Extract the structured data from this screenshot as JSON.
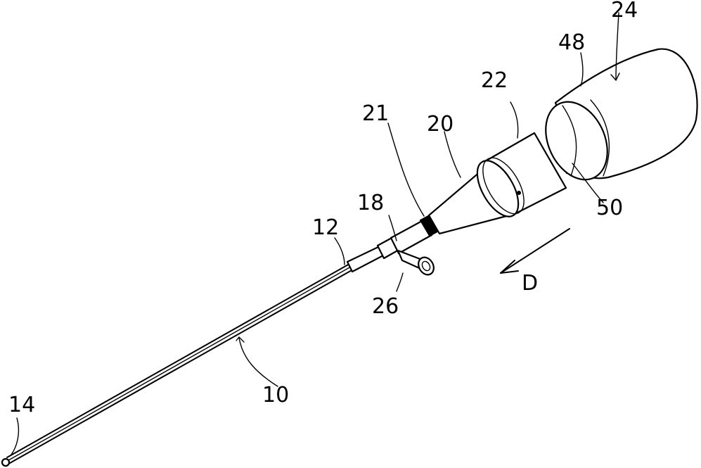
{
  "figure": {
    "labels": {
      "n10": "10",
      "n12": "12",
      "n14": "14",
      "n18": "18",
      "n20": "20",
      "n21": "21",
      "n22": "22",
      "n24": "24",
      "n26": "26",
      "n48": "48",
      "n50": "50",
      "direction": "D"
    }
  }
}
